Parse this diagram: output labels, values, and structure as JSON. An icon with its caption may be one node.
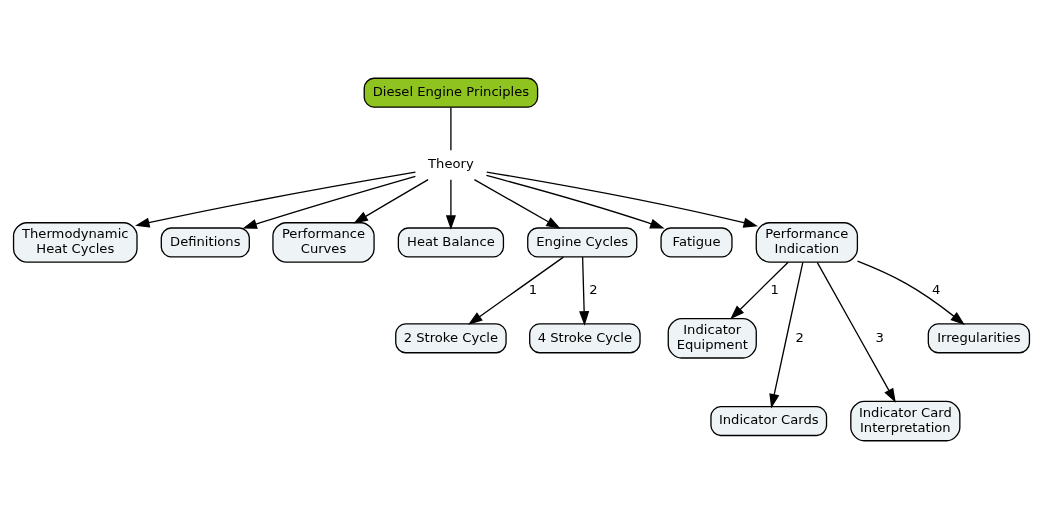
{
  "diagram": {
    "nodes": [
      {
        "text": [
          "Diesel Engine Principles"
        ]
      },
      {
        "text": [
          "Theory"
        ]
      },
      {
        "text": [
          "Thermodynamic Heat Cycles"
        ]
      },
      {
        "text": [
          "Definitions"
        ]
      },
      {
        "text": [
          "Performance Curves"
        ]
      },
      {
        "text": [
          "Heat Balance"
        ]
      },
      {
        "text": [
          "Engine Cycles"
        ]
      },
      {
        "text": [
          "Fatigue"
        ]
      },
      {
        "text": [
          "Performance Indication"
        ]
      },
      {
        "text": [
          "2 Stroke Cycle"
        ]
      },
      {
        "text": [
          "4 Stroke Cycle"
        ]
      },
      {
        "text": [
          "Indicator Equipment"
        ]
      },
      {
        "text": [
          "Indicator Cards"
        ]
      },
      {
        "text": [
          "Indicator Card Interpretation"
        ]
      },
      {
        "text": [
          "Irregularities"
        ]
      }
    ],
    "edges": [
      {
        "from": 0,
        "to": 1,
        "arrow": "none"
      },
      {
        "from": 1,
        "to": 2,
        "arrow": "to"
      },
      {
        "from": 1,
        "to": 3,
        "arrow": "to"
      },
      {
        "from": 1,
        "to": 4,
        "arrow": "to"
      },
      {
        "from": 1,
        "to": 5,
        "arrow": "to"
      },
      {
        "from": 1,
        "to": 6,
        "arrow": "to"
      },
      {
        "from": 1,
        "to": 7,
        "arrow": "to"
      },
      {
        "from": 1,
        "to": 8,
        "arrow": "to"
      },
      {
        "from": 6,
        "to": 9,
        "arrow": "to",
        "label": "1"
      },
      {
        "from": 6,
        "to": 10,
        "arrow": "to",
        "label": "2"
      },
      {
        "from": 8,
        "to": 11,
        "arrow": "to",
        "label": "1"
      },
      {
        "from": 8,
        "to": 12,
        "arrow": "to",
        "label": "2"
      },
      {
        "from": 8,
        "to": 13,
        "arrow": "to",
        "label": "3"
      },
      {
        "from": 8,
        "to": 14,
        "arrow": "to",
        "label": "4"
      }
    ]
  }
}
